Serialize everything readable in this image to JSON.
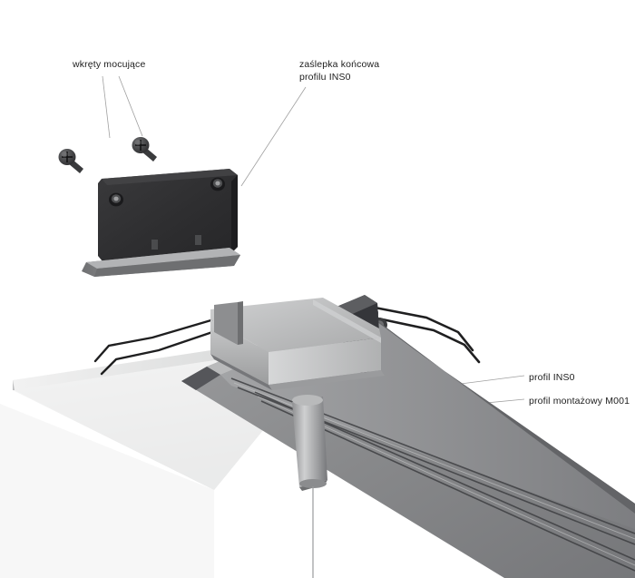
{
  "diagram": {
    "title": "Montaz profilu INS0 w suficie",
    "language": "pl",
    "view": "isometric exploded technical drawing"
  },
  "labels": {
    "screws": {
      "line1": "wkręty mocujące"
    },
    "endcap": {
      "line1": "zaślepka końcowa",
      "line2": "profilu INS0"
    },
    "profile": {
      "line1": "profil INS0"
    },
    "mounting_profile": {
      "line1": "profil montażowy M001"
    }
  },
  "parts": [
    {
      "name": "screw-left",
      "type": "phillips-screw"
    },
    {
      "name": "screw-right",
      "type": "phillips-screw"
    },
    {
      "name": "end-cap-plate",
      "type": "end-cap"
    },
    {
      "name": "end-cap-base-flange",
      "type": "flange"
    },
    {
      "name": "mounting-box",
      "type": "driver-box"
    },
    {
      "name": "aluminium-profile",
      "type": "extrusion"
    },
    {
      "name": "mounting-profile",
      "type": "extrusion"
    },
    {
      "name": "ceiling-panel",
      "type": "plasterboard"
    },
    {
      "name": "suspension-canopy",
      "type": "cylinder"
    },
    {
      "name": "suspension-cable",
      "type": "steel-wire"
    },
    {
      "name": "spring-clip-upper",
      "type": "torsion-spring"
    },
    {
      "name": "spring-clip-lower",
      "type": "torsion-spring"
    },
    {
      "name": "spring-clip-left",
      "type": "torsion-spring"
    }
  ],
  "colors": {
    "background": "#ffffff",
    "end_cap_dark": "#2f2f31",
    "end_cap_flange": "#8e8e90",
    "profile_face_light": "#d8d9da",
    "profile_face_mid": "#8a8b8c",
    "profile_face_dark": "#55565a",
    "panel_light": "#ececec",
    "panel_edge": "#c3c4c5",
    "metal_box": "#b6b7b8",
    "spring_wire": "#1f1f20",
    "leader_line": "#9a9a9a",
    "text": "#1c1c1c"
  }
}
